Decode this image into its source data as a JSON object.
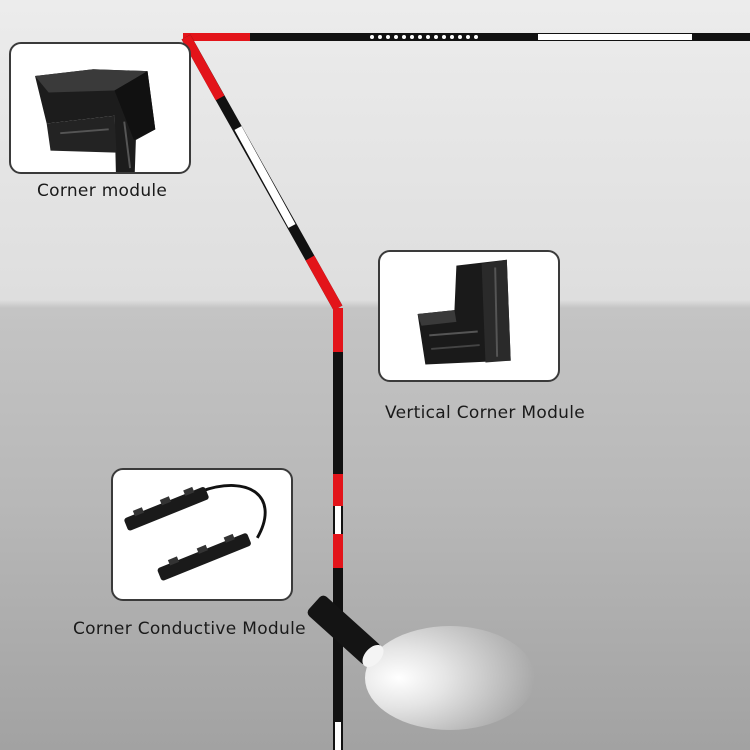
{
  "colors": {
    "accent_red": "#e3141a",
    "track_black": "#111111",
    "led_white": "#ffffff"
  },
  "modules": [
    {
      "id": "corner",
      "label": "Corner module",
      "icon": "corner-module-icon"
    },
    {
      "id": "vertical-corner",
      "label": "Vertical Corner Module",
      "icon": "vertical-corner-module-icon"
    },
    {
      "id": "corner-conductive",
      "label": "Corner Conductive Module",
      "icon": "corner-conductive-module-icon"
    }
  ]
}
